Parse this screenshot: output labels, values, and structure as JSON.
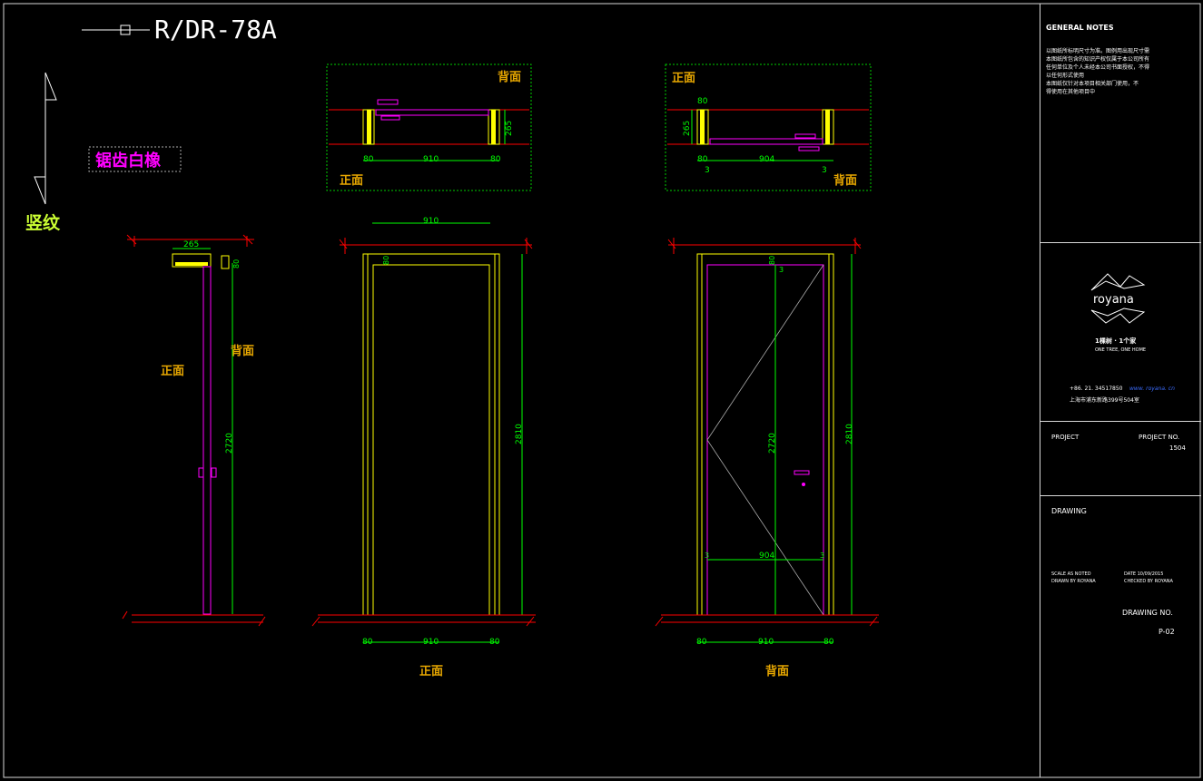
{
  "title": "R/DR-78A",
  "labels": {
    "vertical_grain": "竖纹",
    "material": "锯齿白橡",
    "front": "正面",
    "back": "背面"
  },
  "dims": {
    "d80": "80",
    "d265": "265",
    "d910": "910",
    "d904": "904",
    "d3": "3",
    "d2720": "2720",
    "d2810": "2810"
  },
  "panel": {
    "general_notes": "GENERAL NOTES",
    "notes_text": [
      "以图纸所标明尺寸为准。图例用出现尺寸需",
      "本图纸所包含的知识产权仅属于本公司所有",
      "任何单位及个人未经本公司书面授权，不得",
      "以任何形式使用",
      "本图纸仅针对本项目相关部门使用，不",
      "得使用在其他项目中"
    ],
    "brand": "royana",
    "slogan_cn": "1棵树 · 1个家",
    "slogan_en": "ONE TREE, ONE HOME",
    "phone": "+86. 21. 34517850",
    "website": "www. royana. cn",
    "address": "上海市浦东新路399号504室",
    "project_label": "PROJECT",
    "project_no_label": "PROJECT  NO.",
    "project_no": "1504",
    "drawing_label": "DRAWING",
    "scale": "SCALE AS NOTED",
    "date": "DATE 10/09/2015",
    "drawn_by": "DRAWN BY ROYANA",
    "checked_by": "CHECKED BY ROYANA",
    "drawing_no_label": "DRAWING NO.",
    "drawing_no": "P-02"
  },
  "colors": {
    "yellow": "#ffff00",
    "green": "#00ff00",
    "magenta": "#ff00ff",
    "red": "#ff0000",
    "orange": "#e6a600",
    "white": "#ffffff"
  }
}
